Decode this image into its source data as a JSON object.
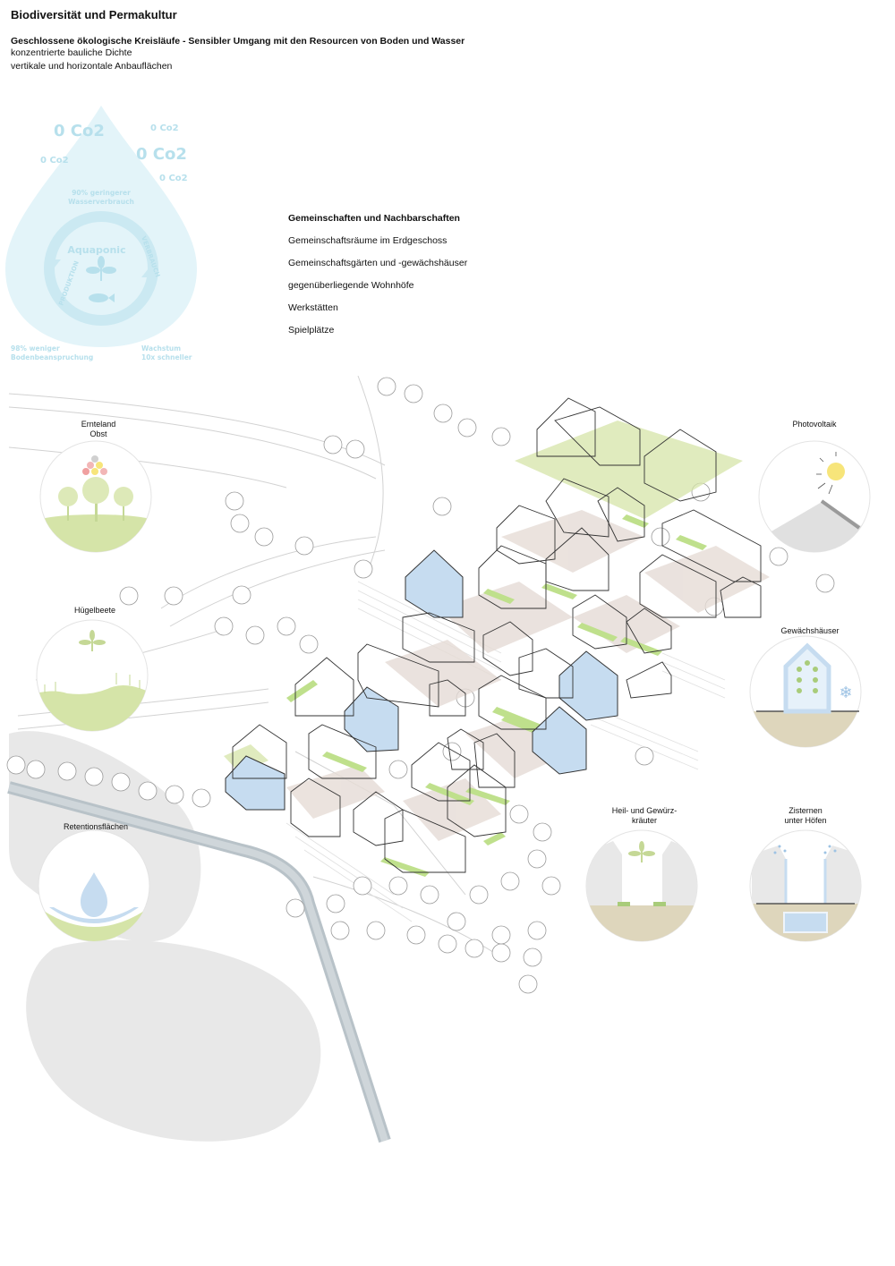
{
  "header": {
    "title": "Biodiversität und Permakultur",
    "subtitle": "Geschlossene ökologische Kreisläufe - Sensibler Umgang mit den Resourcen von Boden und Wasser",
    "lines": [
      "konzentrierte bauliche Dichte",
      "vertikale und horizontale Anbauflächen"
    ]
  },
  "community": {
    "heading": "Gemeinschaften und Nachbarschaften",
    "items": [
      "Gemeinschaftsräume im Erdgeschoss",
      "Gemeinschaftsgärten und -gewächshäuser",
      "gegenüberliegende Wohnhöfe",
      "Werkstätten",
      "Spielplätze"
    ]
  },
  "aquaponic": {
    "center_label": "Aquaponic",
    "left_arc": "PRODUKTION",
    "right_arc": "VERBRAUCH",
    "water_note": [
      "90% geringerer",
      "Wasserverbrauch"
    ],
    "land_note": [
      "98% weniger",
      "Bodenbeanspruchung"
    ],
    "growth_note": [
      "Wachstum",
      "10x schneller"
    ],
    "co2": [
      "0 Co2",
      "0 Co2",
      "0 Co2",
      "0 Co2",
      "0 Co2"
    ],
    "colors": {
      "drop": "#e3f4f9",
      "text": "#b7e0ec"
    }
  },
  "icons": {
    "ernteland": [
      "Ernteland",
      "Obst"
    ],
    "huegelbeete": [
      "Hügelbeete"
    ],
    "retention": [
      "Retentionsflächen"
    ],
    "photovoltaik": [
      "Photovoltaik"
    ],
    "gewaechshaeuser": [
      "Gewächshäuser"
    ],
    "kraeuter": [
      "Heil- und Gewürz-",
      "kräuter"
    ],
    "zisternen": [
      "Zisternen",
      "unter Höfen"
    ]
  },
  "colors": {
    "green": "#d5e4a8",
    "green_strip": "#bfe08c",
    "blue_house": "#c6dcf0",
    "earth": "#ded6bc",
    "grey_fill": "#e8e8e8",
    "road": "#b8c2c8",
    "courtyard": "#e6dcd6"
  }
}
